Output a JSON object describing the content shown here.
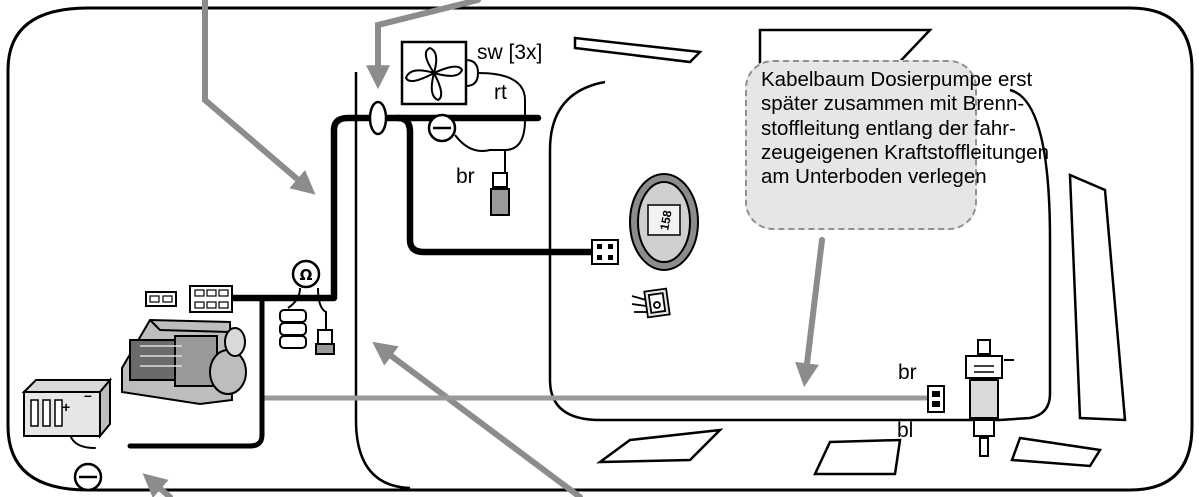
{
  "labels": {
    "fan_wire": "sw [3x]",
    "fan_red": "rt",
    "ground_br": "br",
    "pump_br": "br",
    "pump_bl": "bl"
  },
  "note_lines": [
    "Kabelbaum Dosierpumpe erst",
    "später zusammen mit Brenn-",
    "stoffleitung entlang der fahr-",
    "zeugeigenen Kraftstoffleitungen",
    "am Unterboden verlegen"
  ],
  "control_display": "158",
  "colors": {
    "harness": "#000000",
    "pump_cable": "#999999",
    "arrow": "#8c8c8c",
    "note_bg": "#e6e6e6",
    "note_border": "#909090"
  },
  "icons": [
    "fan-icon",
    "ground-symbol-icon",
    "fuse-icon",
    "plug-icon",
    "battery-icon",
    "heater-icon",
    "control-unit-icon",
    "switch-icon",
    "dosing-pump-icon"
  ]
}
